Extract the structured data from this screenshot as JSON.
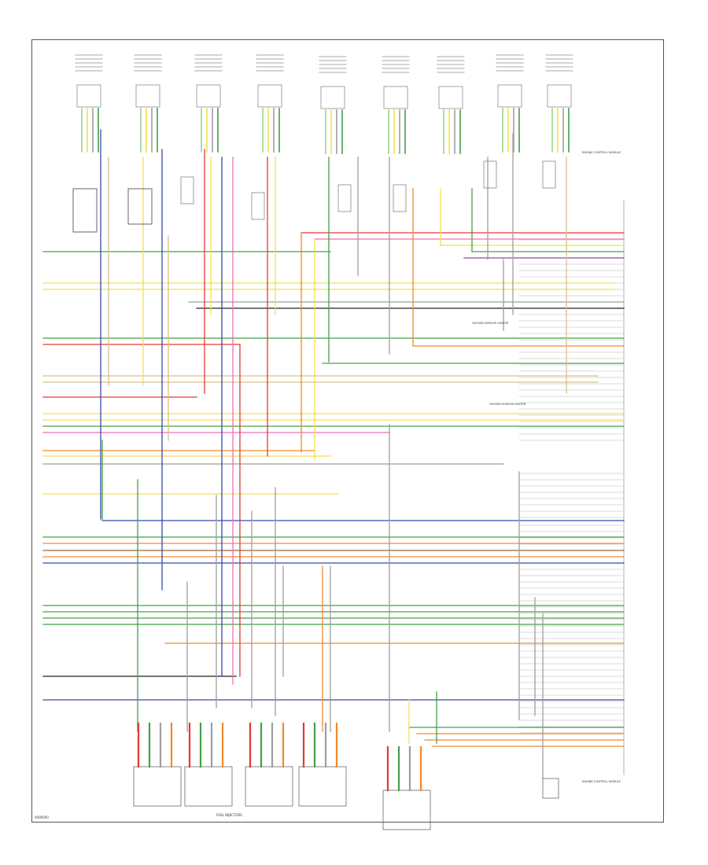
{
  "diagram": {
    "footer_id": "0000000",
    "bottom_label": "FUEL INJECTORS",
    "note_a": "OXYGEN SENSOR HEATER",
    "note_b": "OXYGEN SENSOR HEATER",
    "ecm_note": "ENGINE CONTROL MODULE",
    "bottom_right_note": "ENGINE CONTROL MODULE",
    "wire_colors": {
      "red": "#e53935",
      "blue": "#3949ab",
      "green": "#43a047",
      "yellow": "#f4e04d",
      "orange": "#ef8a2a",
      "pink": "#ef6fb4",
      "violet": "#8e44ad",
      "brown": "#8d6e3c",
      "gray": "#9e9e9e",
      "black": "#222222",
      "tan": "#d9c08a",
      "lightgreen": "#9ad48a"
    }
  }
}
